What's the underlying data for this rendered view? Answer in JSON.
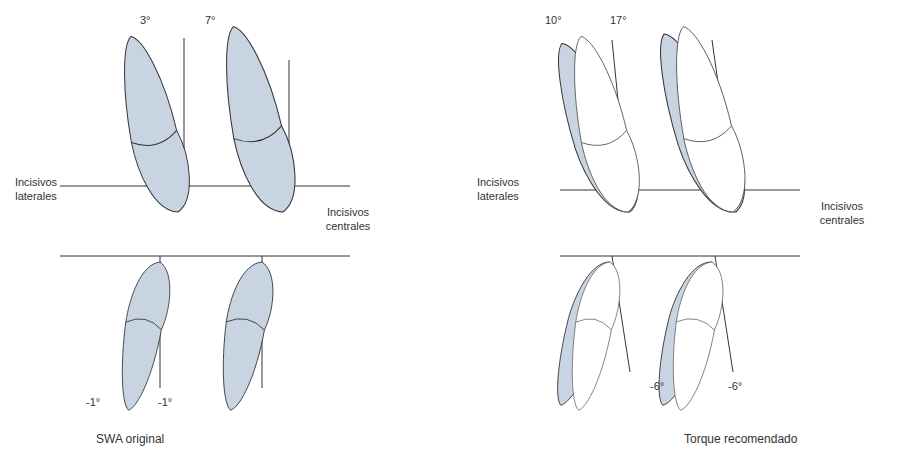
{
  "diagram": {
    "labels": [
      "3°",
      "7°",
      "Incisivos laterales",
      "Incisivos centrales",
      "-1°",
      "-1°",
      "SWA original",
      "10°",
      "17°",
      "Incisivos laterales",
      "Incisivos centrales",
      "-6°",
      "-6°",
      "Torque recomendado"
    ]
  }
}
